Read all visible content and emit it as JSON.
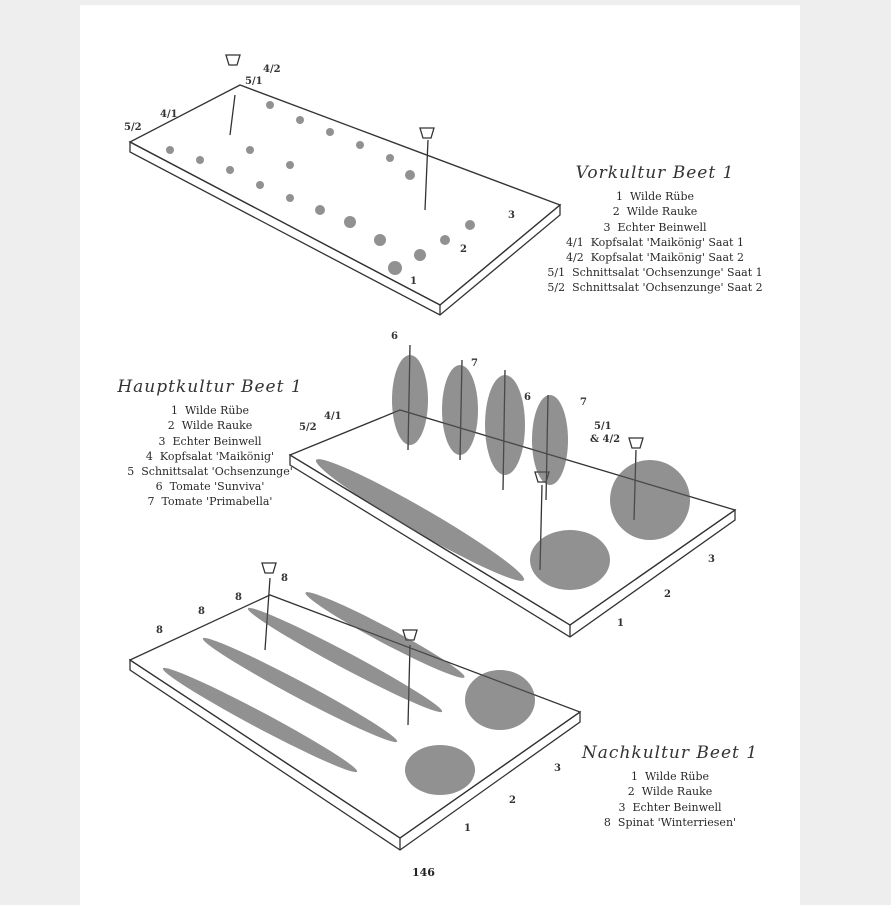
{
  "beds": [
    {
      "title": "Vorkultur Beet 1",
      "items": [
        {
          "num": "1",
          "label": "Wilde Rübe"
        },
        {
          "num": "2",
          "label": "Wilde Rauke"
        },
        {
          "num": "3",
          "label": "Echter Beinwell"
        },
        {
          "num": "4/1",
          "label": "Kopfsalat 'Maikönig' Saat 1"
        },
        {
          "num": "4/2",
          "label": "Kopfsalat 'Maikönig' Saat 2"
        },
        {
          "num": "5/1",
          "label": "Schnittsalat 'Ochsenzunge' Saat 1"
        },
        {
          "num": "5/2",
          "label": "Schnittsalat 'Ochsenzunge' Saat 2"
        }
      ],
      "illustration_labels": [
        "4/2",
        "5/1",
        "4/1",
        "5/2",
        "1",
        "2",
        "3"
      ]
    },
    {
      "title": "Hauptkultur Beet 1",
      "items": [
        {
          "num": "1",
          "label": "Wilde Rübe"
        },
        {
          "num": "2",
          "label": "Wilde Rauke"
        },
        {
          "num": "3",
          "label": "Echter Beinwell"
        },
        {
          "num": "4",
          "label": "Kopfsalat 'Maikönig'"
        },
        {
          "num": "5",
          "label": "Schnittsalat 'Ochsenzunge'"
        },
        {
          "num": "6",
          "label": "Tomate 'Sunviva'"
        },
        {
          "num": "7",
          "label": "Tomate 'Primabella'"
        }
      ],
      "illustration_labels": [
        "6",
        "7",
        "6",
        "7",
        "5/1",
        "& 4/2",
        "4/1",
        "5/2",
        "3",
        "2",
        "1"
      ]
    },
    {
      "title": "Nachkultur Beet 1",
      "items": [
        {
          "num": "1",
          "label": "Wilde Rübe"
        },
        {
          "num": "2",
          "label": "Wilde Rauke"
        },
        {
          "num": "3",
          "label": "Echter Beinwell"
        },
        {
          "num": "8",
          "label": "Spinat 'Winterriesen'"
        }
      ],
      "illustration_labels": [
        "8",
        "8",
        "8",
        "8",
        "3",
        "2",
        "1"
      ]
    }
  ],
  "page_number": "146"
}
